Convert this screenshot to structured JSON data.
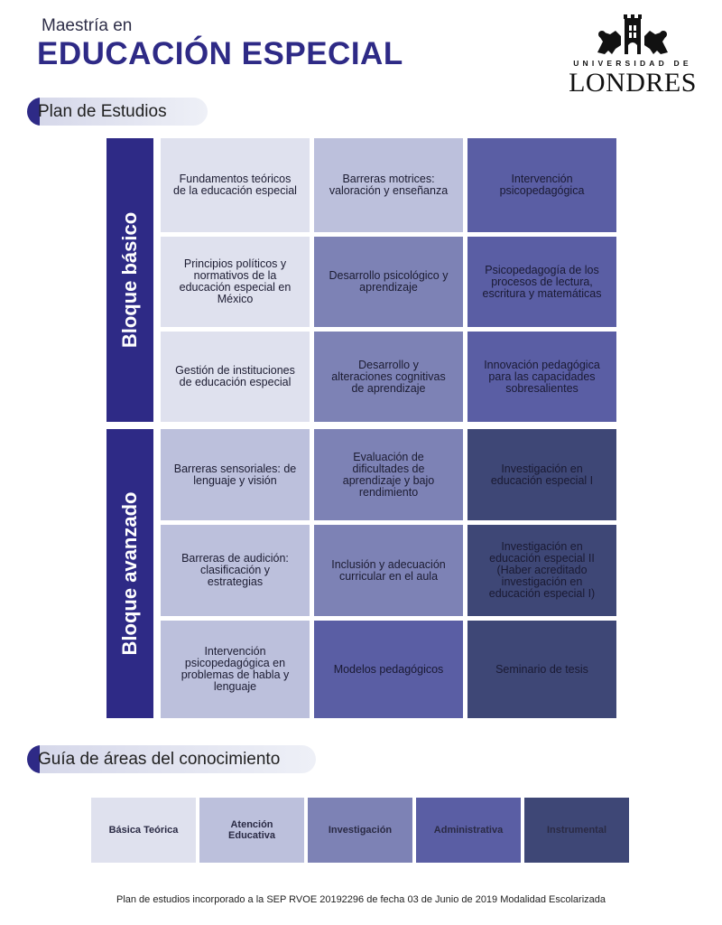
{
  "header": {
    "subtitle": "Maestría en",
    "title": "EDUCACIÓN ESPECIAL"
  },
  "logo": {
    "line1": "UNIVERSIDAD DE",
    "line2": "LONDRES"
  },
  "sections": {
    "plan": "Plan de Estudios",
    "guide": "Guía de áreas del conocimiento"
  },
  "blocks": [
    {
      "label": "Bloque básico",
      "rows": [
        [
          {
            "text": "Fundamentos teóricos de la educación especial",
            "area": "teorica"
          },
          {
            "text": "Barreras motrices: valoración y enseñanza",
            "area": "atencion"
          },
          {
            "text": "Intervención psicopedagógica",
            "area": "admin"
          }
        ],
        [
          {
            "text": "Principios políticos y normativos de la educación especial en México",
            "area": "teorica"
          },
          {
            "text": "Desarrollo psicológico y aprendizaje",
            "area": "invest"
          },
          {
            "text": "Psicopedagogía de los procesos de lectura, escritura y matemáticas",
            "area": "admin"
          }
        ],
        [
          {
            "text": "Gestión de instituciones de educación especial",
            "area": "teorica"
          },
          {
            "text": "Desarrollo y alteraciones cognitivas de aprendizaje",
            "area": "invest"
          },
          {
            "text": "Innovación pedagógica para las capacidades sobresalientes",
            "area": "admin"
          }
        ]
      ]
    },
    {
      "label": "Bloque avanzado",
      "rows": [
        [
          {
            "text": "Barreras sensoriales: de lenguaje y visión",
            "area": "atencion"
          },
          {
            "text": "Evaluación de dificultades de aprendizaje y bajo rendimiento",
            "area": "invest"
          },
          {
            "text": "Investigación en educación especial I",
            "area": "instr"
          }
        ],
        [
          {
            "text": "Barreras de audición: clasificación y estrategias",
            "area": "atencion"
          },
          {
            "text": "Inclusión y adecuación curricular en el aula",
            "area": "invest"
          },
          {
            "text": "Investigación en educación especial II (Haber acreditado investigación en educación especial I)",
            "area": "instr"
          }
        ],
        [
          {
            "text": "Intervención psicopedagógica en problemas de habla y lenguaje",
            "area": "atencion"
          },
          {
            "text": "Modelos pedagógicos",
            "area": "admin"
          },
          {
            "text": "Seminario de tesis",
            "area": "instr"
          }
        ]
      ]
    }
  ],
  "legend": [
    {
      "label": "Básica Teórica",
      "area": "teorica",
      "color": "#dfe1ee"
    },
    {
      "label": "Atención Educativa",
      "area": "atencion",
      "color": "#bcc0dc"
    },
    {
      "label": "Investigación",
      "area": "invest",
      "color": "#7d82b5"
    },
    {
      "label": "Administrativa",
      "area": "admin",
      "color": "#5a5ea4"
    },
    {
      "label": "Instrumental",
      "area": "instr",
      "color": "#3e4776"
    }
  ],
  "footer": "Plan de estudios incorporado a la SEP RVOE 20192296 de fecha 03 de Junio de 2019 Modalidad Escolarizada"
}
